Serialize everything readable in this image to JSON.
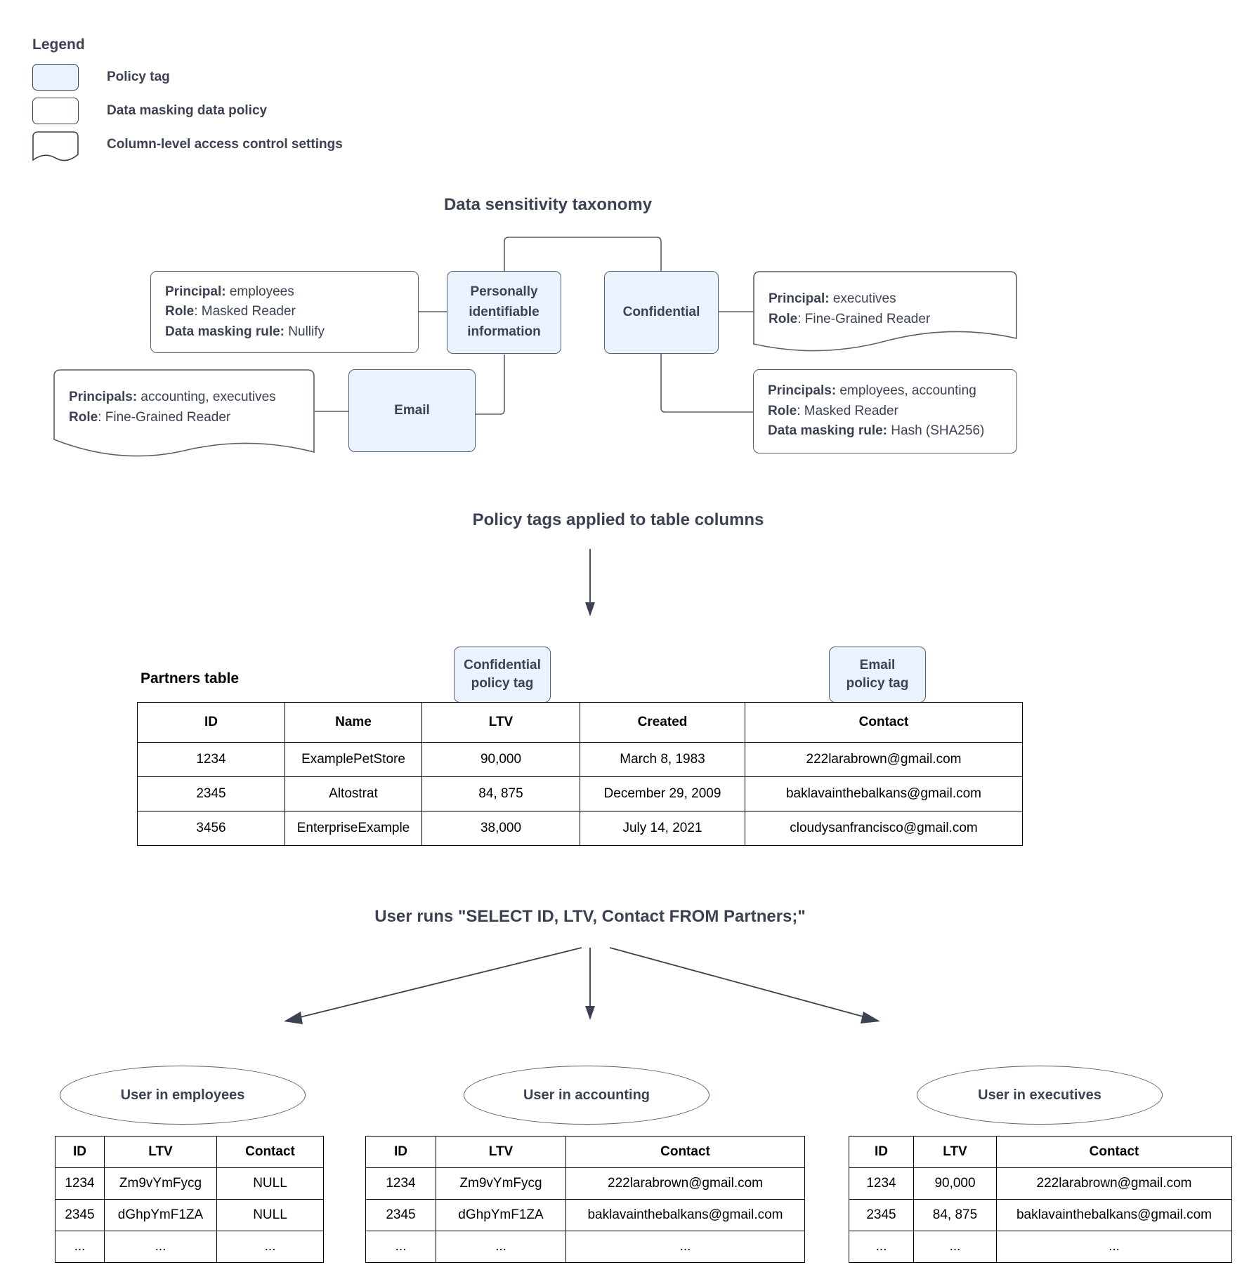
{
  "legend": {
    "title": "Legend",
    "items": [
      {
        "label": "Policy tag",
        "swatch": "policy-tag"
      },
      {
        "label": "Data masking data policy",
        "swatch": "data-masking-policy"
      },
      {
        "label": "Column-level access control settings",
        "swatch": "column-access-control"
      }
    ]
  },
  "taxonomy": {
    "title": "Data sensitivity taxonomy",
    "tags": {
      "pii": "Personally identifiable information",
      "confidential": "Confidential",
      "email": "Email"
    },
    "policies": {
      "pii_masking": {
        "principal_label": "Principal:",
        "principal_value": " employees",
        "role_label": "Role",
        "role_value": ": Masked Reader",
        "rule_label": "Data masking rule:",
        "rule_value": " Nullify"
      },
      "email_access": {
        "principal_label": "Principals:",
        "principal_value": " accounting, executives",
        "role_label": "Role",
        "role_value": ": Fine-Grained Reader"
      },
      "confidential_access": {
        "principal_label": "Principal:",
        "principal_value": " executives",
        "role_label": "Role",
        "role_value": ": Fine-Grained Reader"
      },
      "confidential_masking": {
        "principal_label": "Principals:",
        "principal_value": " employees, accounting",
        "role_label": "Role",
        "role_value": ": Masked Reader",
        "rule_label": "Data masking rule:",
        "rule_value": " Hash (SHA256)"
      }
    }
  },
  "applied": {
    "title": "Policy tags applied to table columns",
    "table_label": "Partners table",
    "tags": {
      "confidential": "Confidential\npolicy tag",
      "confidential_line1": "Confidential",
      "confidential_line2": "policy tag",
      "email_line1": "Email",
      "email_line2": "policy tag"
    },
    "partners": {
      "columns": [
        "ID",
        "Name",
        "LTV",
        "Created",
        "Contact"
      ],
      "rows": [
        [
          "1234",
          "ExamplePetStore",
          "90,000",
          "March 8, 1983",
          "222larabrown@gmail.com"
        ],
        [
          "2345",
          "Altostrat",
          "84, 875",
          "December 29, 2009",
          "baklavainthebalkans@gmail.com"
        ],
        [
          "3456",
          "EnterpriseExample",
          "38,000",
          "July 14, 2021",
          "cloudysanfrancisco@gmail.com"
        ]
      ]
    }
  },
  "query": {
    "title": "User runs \"SELECT ID, LTV, Contact FROM Partners;\"",
    "results": [
      {
        "actor": "User in employees",
        "columns": [
          "ID",
          "LTV",
          "Contact"
        ],
        "rows": [
          [
            "1234",
            "Zm9vYmFycg",
            "NULL"
          ],
          [
            "2345",
            "dGhpYmF1ZA",
            "NULL"
          ],
          [
            "...",
            "...",
            "..."
          ]
        ]
      },
      {
        "actor": "User in accounting",
        "columns": [
          "ID",
          "LTV",
          "Contact"
        ],
        "rows": [
          [
            "1234",
            "Zm9vYmFycg",
            "222larabrown@gmail.com"
          ],
          [
            "2345",
            "dGhpYmF1ZA",
            "baklavainthebalkans@gmail.com"
          ],
          [
            "...",
            "...",
            "..."
          ]
        ]
      },
      {
        "actor": "User in executives",
        "columns": [
          "ID",
          "LTV",
          "Contact"
        ],
        "rows": [
          [
            "1234",
            "90,000",
            "222larabrown@gmail.com"
          ],
          [
            "2345",
            "84, 875",
            "baklavainthebalkans@gmail.com"
          ],
          [
            "...",
            "...",
            "..."
          ]
        ]
      }
    ]
  },
  "colors": {
    "policy_tag_fill": "#eaf2fd",
    "stroke": "#56606e",
    "text": "#3b4252",
    "table_border": "#000000"
  }
}
